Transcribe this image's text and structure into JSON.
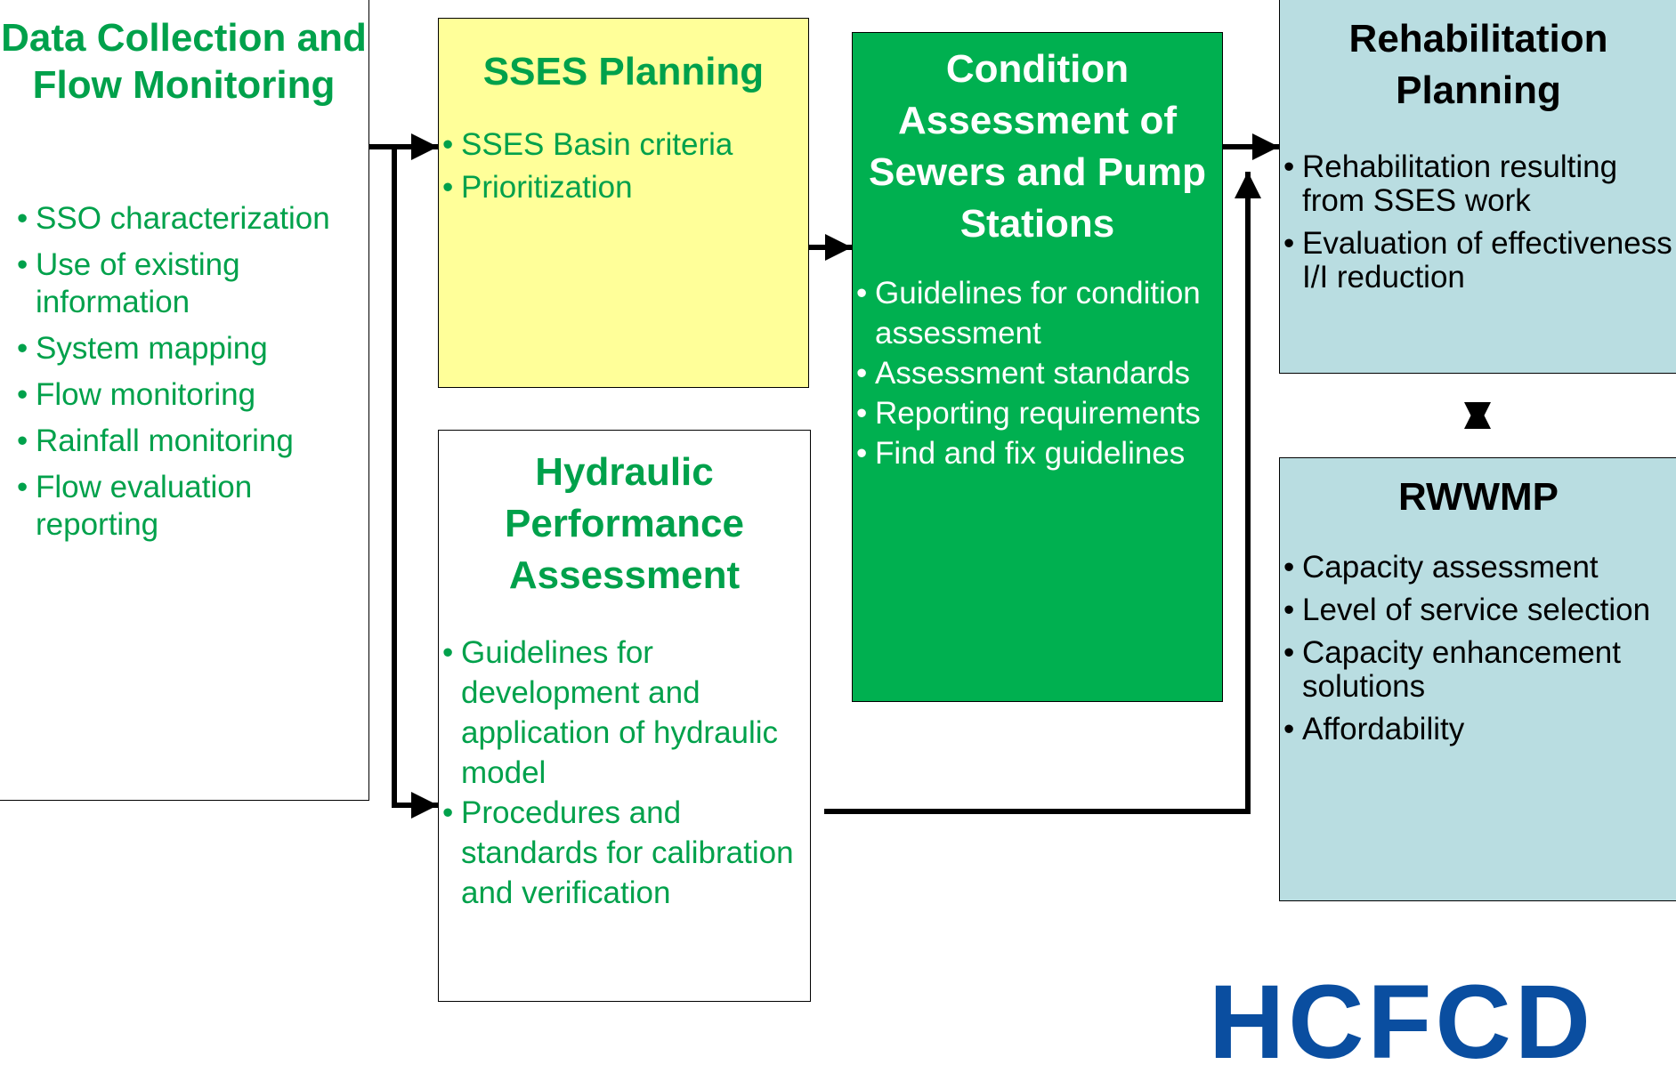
{
  "boxes": {
    "data_collection": {
      "title": "Data Collection and Flow Monitoring",
      "items": [
        "SSO characterization",
        "Use of existing information",
        "System mapping",
        "Flow monitoring",
        "Rainfall monitoring",
        "Flow evaluation reporting"
      ]
    },
    "sses_planning": {
      "title": "SSES Planning",
      "items": [
        "SSES Basin criteria",
        "Prioritization"
      ]
    },
    "hydraulic": {
      "title": "Hydraulic Performance Assessment",
      "items": [
        "Guidelines for development and application of hydraulic model",
        "Procedures and standards for calibration and verification"
      ]
    },
    "condition": {
      "title": "Condition Assessment of Sewers and Pump Stations",
      "items": [
        "Guidelines for condition assessment",
        "Assessment standards",
        "Reporting requirements",
        "Find and fix guidelines"
      ]
    },
    "rehabilitation": {
      "title": "Rehabilitation Planning",
      "items": [
        "Rehabilitation resulting from SSES work",
        "Evaluation of effectiveness I/I reduction"
      ]
    },
    "rwwmp": {
      "title": "RWWMP",
      "items": [
        "Capacity assessment",
        "Level of service selection",
        "Capacity enhancement solutions",
        "Affordability"
      ]
    }
  },
  "logo": {
    "text": "HCFCD"
  },
  "colors": {
    "green_text": "#00a14b",
    "sses_fill": "#ffff99",
    "condition_fill": "#00b050",
    "planning_fill": "#b9dde1",
    "connector": "#000000",
    "logo_blue": "#0a4ea0"
  }
}
